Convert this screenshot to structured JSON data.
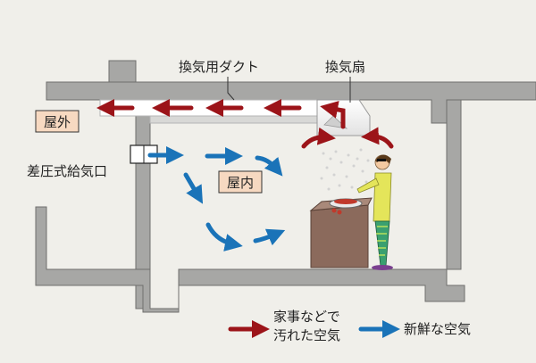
{
  "labels": {
    "outdoor": "屋外",
    "indoor": "屋内",
    "duct": "換気用ダクト",
    "fan": "換気扇",
    "inlet": "差圧式給気口"
  },
  "legend": {
    "dirty_line1": "家事などで",
    "dirty_line2": "汚れた空気",
    "fresh": "新鮮な空気"
  },
  "colors": {
    "background": "#f0efea",
    "wall": "#a7a7a5",
    "duct": "#ffffff",
    "dirty_air": "#9c1419",
    "fresh_air": "#1a73b8",
    "label_box": "#f7d9c1"
  }
}
